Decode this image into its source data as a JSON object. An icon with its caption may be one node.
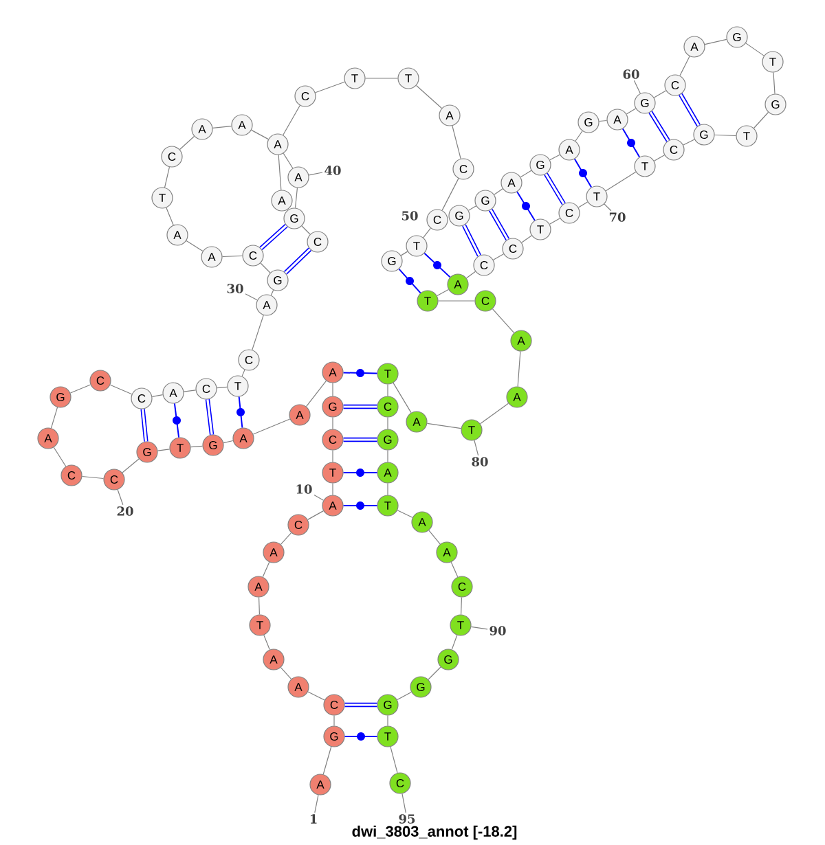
{
  "diagram": {
    "caption": "dwi_3803_annot [-18.2]",
    "nodes": [
      {
        "text": [
          "A"
        ]
      },
      {
        "text": [
          "G"
        ]
      },
      {
        "text": [
          "C"
        ]
      },
      {
        "text": [
          "A"
        ]
      },
      {
        "text": [
          "A"
        ]
      },
      {
        "text": [
          "T"
        ]
      },
      {
        "text": [
          "A"
        ]
      },
      {
        "text": [
          "A"
        ]
      },
      {
        "text": [
          "C"
        ]
      },
      {
        "text": [
          "A"
        ]
      },
      {
        "text": [
          "T"
        ]
      },
      {
        "text": [
          "C"
        ]
      },
      {
        "text": [
          "G"
        ]
      },
      {
        "text": [
          "A"
        ]
      },
      {
        "text": [
          "A"
        ]
      },
      {
        "text": [
          "A"
        ]
      },
      {
        "text": [
          "G"
        ]
      },
      {
        "text": [
          "T"
        ]
      },
      {
        "text": [
          "G"
        ]
      },
      {
        "text": [
          "C"
        ]
      },
      {
        "text": [
          "C"
        ]
      },
      {
        "text": [
          "A"
        ]
      },
      {
        "text": [
          "G"
        ]
      },
      {
        "text": [
          "C"
        ]
      },
      {
        "text": [
          "C"
        ]
      },
      {
        "text": [
          "A"
        ]
      },
      {
        "text": [
          "C"
        ]
      },
      {
        "text": [
          "T"
        ]
      },
      {
        "text": [
          "C"
        ]
      },
      {
        "text": [
          "A"
        ]
      },
      {
        "text": [
          "G"
        ]
      },
      {
        "text": [
          "C"
        ]
      },
      {
        "text": [
          "A"
        ]
      },
      {
        "text": [
          "A"
        ]
      },
      {
        "text": [
          "T"
        ]
      },
      {
        "text": [
          "C"
        ]
      },
      {
        "text": [
          "A"
        ]
      },
      {
        "text": [
          "A"
        ]
      },
      {
        "text": [
          "A"
        ]
      },
      {
        "text": [
          "A"
        ]
      },
      {
        "text": [
          "G"
        ]
      },
      {
        "text": [
          "C"
        ]
      },
      {
        "text": [
          "A"
        ]
      },
      {
        "text": [
          "C"
        ]
      },
      {
        "text": [
          "T"
        ]
      },
      {
        "text": [
          "T"
        ]
      },
      {
        "text": [
          "A"
        ]
      },
      {
        "text": [
          "C"
        ]
      },
      {
        "text": [
          "C"
        ]
      },
      {
        "text": [
          "T"
        ]
      },
      {
        "text": [
          "G"
        ]
      },
      {
        "text": [
          "G"
        ]
      },
      {
        "text": [
          "G"
        ]
      },
      {
        "text": [
          "A"
        ]
      },
      {
        "text": [
          "G"
        ]
      },
      {
        "text": [
          "A"
        ]
      },
      {
        "text": [
          "G"
        ]
      },
      {
        "text": [
          "A"
        ]
      },
      {
        "text": [
          "G"
        ]
      },
      {
        "text": [
          "C"
        ]
      },
      {
        "text": [
          "A"
        ]
      },
      {
        "text": [
          "G"
        ]
      },
      {
        "text": [
          "T"
        ]
      },
      {
        "text": [
          "G"
        ]
      },
      {
        "text": [
          "T"
        ]
      },
      {
        "text": [
          "G"
        ]
      },
      {
        "text": [
          "C"
        ]
      },
      {
        "text": [
          "T"
        ]
      },
      {
        "text": [
          "T"
        ]
      },
      {
        "text": [
          "C"
        ]
      },
      {
        "text": [
          "T"
        ]
      },
      {
        "text": [
          "C"
        ]
      },
      {
        "text": [
          "C"
        ]
      },
      {
        "text": [
          "A"
        ]
      },
      {
        "text": [
          "T"
        ]
      },
      {
        "text": [
          "C"
        ]
      },
      {
        "text": [
          "A"
        ]
      },
      {
        "text": [
          "A"
        ]
      },
      {
        "text": [
          "T"
        ]
      },
      {
        "text": [
          "A"
        ]
      },
      {
        "text": [
          "T"
        ]
      },
      {
        "text": [
          "C"
        ]
      },
      {
        "text": [
          "G"
        ]
      },
      {
        "text": [
          "A"
        ]
      },
      {
        "text": [
          "T"
        ]
      },
      {
        "text": [
          "A"
        ]
      },
      {
        "text": [
          "A"
        ]
      },
      {
        "text": [
          "C"
        ]
      },
      {
        "text": [
          "T"
        ]
      },
      {
        "text": [
          "G"
        ]
      },
      {
        "text": [
          "G"
        ]
      },
      {
        "text": [
          "G"
        ]
      },
      {
        "text": [
          "T"
        ]
      },
      {
        "text": [
          "C"
        ]
      },
      {
        "text": [
          "1"
        ]
      },
      {
        "text": [
          "10"
        ]
      },
      {
        "text": [
          "20"
        ]
      },
      {
        "text": [
          "30"
        ]
      },
      {
        "text": [
          "40"
        ]
      },
      {
        "text": [
          "60"
        ]
      },
      {
        "text": [
          "70"
        ]
      },
      {
        "text": [
          "80"
        ]
      },
      {
        "text": [
          "90"
        ]
      },
      {
        "text": [
          "95"
        ]
      }
    ],
    "edges": [
      {
        "from": 0,
        "to": 1,
        "arrow": "none"
      },
      {
        "from": 1,
        "to": 2,
        "arrow": "none"
      },
      {
        "from": 2,
        "to": 3,
        "arrow": "none"
      },
      {
        "from": 3,
        "to": 4,
        "arrow": "none"
      },
      {
        "from": 4,
        "to": 5,
        "arrow": "none"
      },
      {
        "from": 5,
        "to": 6,
        "arrow": "none"
      },
      {
        "from": 6,
        "to": 7,
        "arrow": "none"
      },
      {
        "from": 7,
        "to": 8,
        "arrow": "none"
      },
      {
        "from": 8,
        "to": 9,
        "arrow": "none"
      },
      {
        "from": 9,
        "to": 10,
        "arrow": "none"
      },
      {
        "from": 10,
        "to": 11,
        "arrow": "none"
      },
      {
        "from": 11,
        "to": 12,
        "arrow": "none"
      },
      {
        "from": 12,
        "to": 13,
        "arrow": "none"
      },
      {
        "from": 13,
        "to": 14,
        "arrow": "none"
      },
      {
        "from": 14,
        "to": 15,
        "arrow": "none"
      },
      {
        "from": 15,
        "to": 16,
        "arrow": "none"
      },
      {
        "from": 16,
        "to": 17,
        "arrow": "none"
      },
      {
        "from": 17,
        "to": 18,
        "arrow": "none"
      },
      {
        "from": 18,
        "to": 19,
        "arrow": "none"
      },
      {
        "from": 19,
        "to": 20,
        "arrow": "none"
      },
      {
        "from": 20,
        "to": 21,
        "arrow": "none"
      },
      {
        "from": 21,
        "to": 22,
        "arrow": "none"
      },
      {
        "from": 22,
        "to": 23,
        "arrow": "none"
      },
      {
        "from": 23,
        "to": 24,
        "arrow": "none"
      },
      {
        "from": 24,
        "to": 25,
        "arrow": "none"
      },
      {
        "from": 25,
        "to": 26,
        "arrow": "none"
      },
      {
        "from": 26,
        "to": 27,
        "arrow": "none"
      },
      {
        "from": 27,
        "to": 28,
        "arrow": "none"
      },
      {
        "from": 28,
        "to": 29,
        "arrow": "none"
      },
      {
        "from": 29,
        "to": 30,
        "arrow": "none"
      },
      {
        "from": 30,
        "to": 31,
        "arrow": "none"
      },
      {
        "from": 31,
        "to": 32,
        "arrow": "none"
      },
      {
        "from": 32,
        "to": 33,
        "arrow": "none"
      },
      {
        "from": 33,
        "to": 34,
        "arrow": "none"
      },
      {
        "from": 34,
        "to": 35,
        "arrow": "none"
      },
      {
        "from": 35,
        "to": 36,
        "arrow": "none"
      },
      {
        "from": 36,
        "to": 37,
        "arrow": "none"
      },
      {
        "from": 37,
        "to": 38,
        "arrow": "none"
      },
      {
        "from": 38,
        "to": 39,
        "arrow": "none"
      },
      {
        "from": 39,
        "to": 40,
        "arrow": "none"
      },
      {
        "from": 40,
        "to": 41,
        "arrow": "none"
      },
      {
        "from": 38,
        "to": 42,
        "arrow": "none"
      },
      {
        "from": 38,
        "to": 43,
        "arrow": "none"
      },
      {
        "from": 43,
        "to": 44,
        "arrow": "none"
      },
      {
        "from": 44,
        "to": 45,
        "arrow": "none"
      },
      {
        "from": 45,
        "to": 46,
        "arrow": "none"
      },
      {
        "from": 46,
        "to": 47,
        "arrow": "none"
      },
      {
        "from": 47,
        "to": 48,
        "arrow": "none"
      },
      {
        "from": 48,
        "to": 49,
        "arrow": "none"
      },
      {
        "from": 49,
        "to": 50,
        "arrow": "none"
      },
      {
        "from": 51,
        "to": 52,
        "arrow": "none"
      },
      {
        "from": 52,
        "to": 53,
        "arrow": "none"
      },
      {
        "from": 53,
        "to": 54,
        "arrow": "none"
      },
      {
        "from": 54,
        "to": 55,
        "arrow": "none"
      },
      {
        "from": 55,
        "to": 56,
        "arrow": "none"
      },
      {
        "from": 56,
        "to": 57,
        "arrow": "none"
      },
      {
        "from": 57,
        "to": 58,
        "arrow": "none"
      },
      {
        "from": 58,
        "to": 59,
        "arrow": "none"
      },
      {
        "from": 59,
        "to": 60,
        "arrow": "none"
      },
      {
        "from": 60,
        "to": 61,
        "arrow": "none"
      },
      {
        "from": 61,
        "to": 62,
        "arrow": "none"
      },
      {
        "from": 62,
        "to": 63,
        "arrow": "none"
      },
      {
        "from": 63,
        "to": 64,
        "arrow": "none"
      },
      {
        "from": 64,
        "to": 65,
        "arrow": "none"
      },
      {
        "from": 65,
        "to": 66,
        "arrow": "none"
      },
      {
        "from": 66,
        "to": 67,
        "arrow": "none"
      },
      {
        "from": 67,
        "to": 68,
        "arrow": "none"
      },
      {
        "from": 68,
        "to": 69,
        "arrow": "none"
      },
      {
        "from": 69,
        "to": 70,
        "arrow": "none"
      },
      {
        "from": 70,
        "to": 71,
        "arrow": "none"
      },
      {
        "from": 71,
        "to": 72,
        "arrow": "none"
      },
      {
        "from": 72,
        "to": 73,
        "arrow": "none"
      },
      {
        "from": 73,
        "to": 74,
        "arrow": "none"
      },
      {
        "from": 74,
        "to": 75,
        "arrow": "none"
      },
      {
        "from": 75,
        "to": 76,
        "arrow": "none"
      },
      {
        "from": 76,
        "to": 77,
        "arrow": "none"
      },
      {
        "from": 77,
        "to": 78,
        "arrow": "none"
      },
      {
        "from": 78,
        "to": 79,
        "arrow": "none"
      },
      {
        "from": 79,
        "to": 80,
        "arrow": "none"
      },
      {
        "from": 80,
        "to": 81,
        "arrow": "none"
      },
      {
        "from": 81,
        "to": 82,
        "arrow": "none"
      },
      {
        "from": 82,
        "to": 83,
        "arrow": "none"
      },
      {
        "from": 83,
        "to": 84,
        "arrow": "none"
      },
      {
        "from": 84,
        "to": 85,
        "arrow": "none"
      },
      {
        "from": 85,
        "to": 86,
        "arrow": "none"
      },
      {
        "from": 86,
        "to": 87,
        "arrow": "none"
      },
      {
        "from": 87,
        "to": 88,
        "arrow": "none"
      },
      {
        "from": 88,
        "to": 89,
        "arrow": "none"
      },
      {
        "from": 89,
        "to": 90,
        "arrow": "none"
      },
      {
        "from": 90,
        "to": 91,
        "arrow": "none"
      },
      {
        "from": 91,
        "to": 92,
        "arrow": "none"
      },
      {
        "from": 92,
        "to": 93,
        "arrow": "none"
      },
      {
        "from": 1,
        "to": 92,
        "arrow": "none",
        "color": "#0000ff"
      },
      {
        "from": 2,
        "to": 91,
        "arrow": "none",
        "style": "thick",
        "color": "#0000ff"
      },
      {
        "from": 9,
        "to": 84,
        "arrow": "none",
        "color": "#0000ff"
      },
      {
        "from": 10,
        "to": 83,
        "arrow": "none",
        "color": "#0000ff"
      },
      {
        "from": 11,
        "to": 82,
        "arrow": "none",
        "style": "thick",
        "color": "#0000ff"
      },
      {
        "from": 12,
        "to": 81,
        "arrow": "none",
        "style": "thick",
        "color": "#0000ff"
      },
      {
        "from": 13,
        "to": 80,
        "arrow": "none",
        "color": "#0000ff"
      },
      {
        "from": 15,
        "to": 27,
        "arrow": "none",
        "color": "#0000ff"
      },
      {
        "from": 16,
        "to": 26,
        "arrow": "none",
        "style": "thick",
        "color": "#0000ff"
      },
      {
        "from": 17,
        "to": 25,
        "arrow": "none",
        "color": "#0000ff"
      },
      {
        "from": 18,
        "to": 24,
        "arrow": "none",
        "style": "thick",
        "color": "#0000ff"
      },
      {
        "from": 30,
        "to": 41,
        "arrow": "none",
        "style": "thick",
        "color": "#0000ff"
      },
      {
        "from": 31,
        "to": 40,
        "arrow": "none",
        "style": "thick",
        "color": "#0000ff"
      },
      {
        "from": 50,
        "to": 74,
        "arrow": "none",
        "color": "#0000ff"
      },
      {
        "from": 49,
        "to": 73,
        "arrow": "none",
        "color": "#0000ff"
      },
      {
        "from": 51,
        "to": 72,
        "arrow": "none",
        "style": "thick",
        "color": "#0000ff"
      },
      {
        "from": 52,
        "to": 71,
        "arrow": "none",
        "style": "thick",
        "color": "#0000ff"
      },
      {
        "from": 53,
        "to": 70,
        "arrow": "none",
        "color": "#0000ff"
      },
      {
        "from": 54,
        "to": 69,
        "arrow": "none",
        "style": "thick",
        "color": "#0000ff"
      },
      {
        "from": 55,
        "to": 68,
        "arrow": "none",
        "color": "#0000ff"
      },
      {
        "from": 57,
        "to": 67,
        "arrow": "none",
        "color": "#0000ff"
      },
      {
        "from": 58,
        "to": 66,
        "arrow": "none",
        "style": "thick",
        "color": "#0000ff"
      },
      {
        "from": 59,
        "to": 65,
        "arrow": "none",
        "style": "thick",
        "color": "#0000ff"
      },
      {
        "from": 94,
        "to": 0,
        "arrow": "none"
      },
      {
        "from": 95,
        "to": 9,
        "arrow": "none"
      },
      {
        "from": 96,
        "to": 19,
        "arrow": "none"
      },
      {
        "from": 97,
        "to": 29,
        "arrow": "none"
      },
      {
        "from": 98,
        "to": 39,
        "arrow": "none"
      },
      {
        "from": 99,
        "to": 58,
        "arrow": "none"
      },
      {
        "from": 100,
        "to": 68,
        "arrow": "none"
      },
      {
        "from": 101,
        "to": 78,
        "arrow": "none"
      },
      {
        "from": 102,
        "to": 88,
        "arrow": "none"
      },
      {
        "from": 103,
        "to": 93,
        "arrow": "none"
      }
    ],
    "labels": [
      "50"
    ]
  }
}
